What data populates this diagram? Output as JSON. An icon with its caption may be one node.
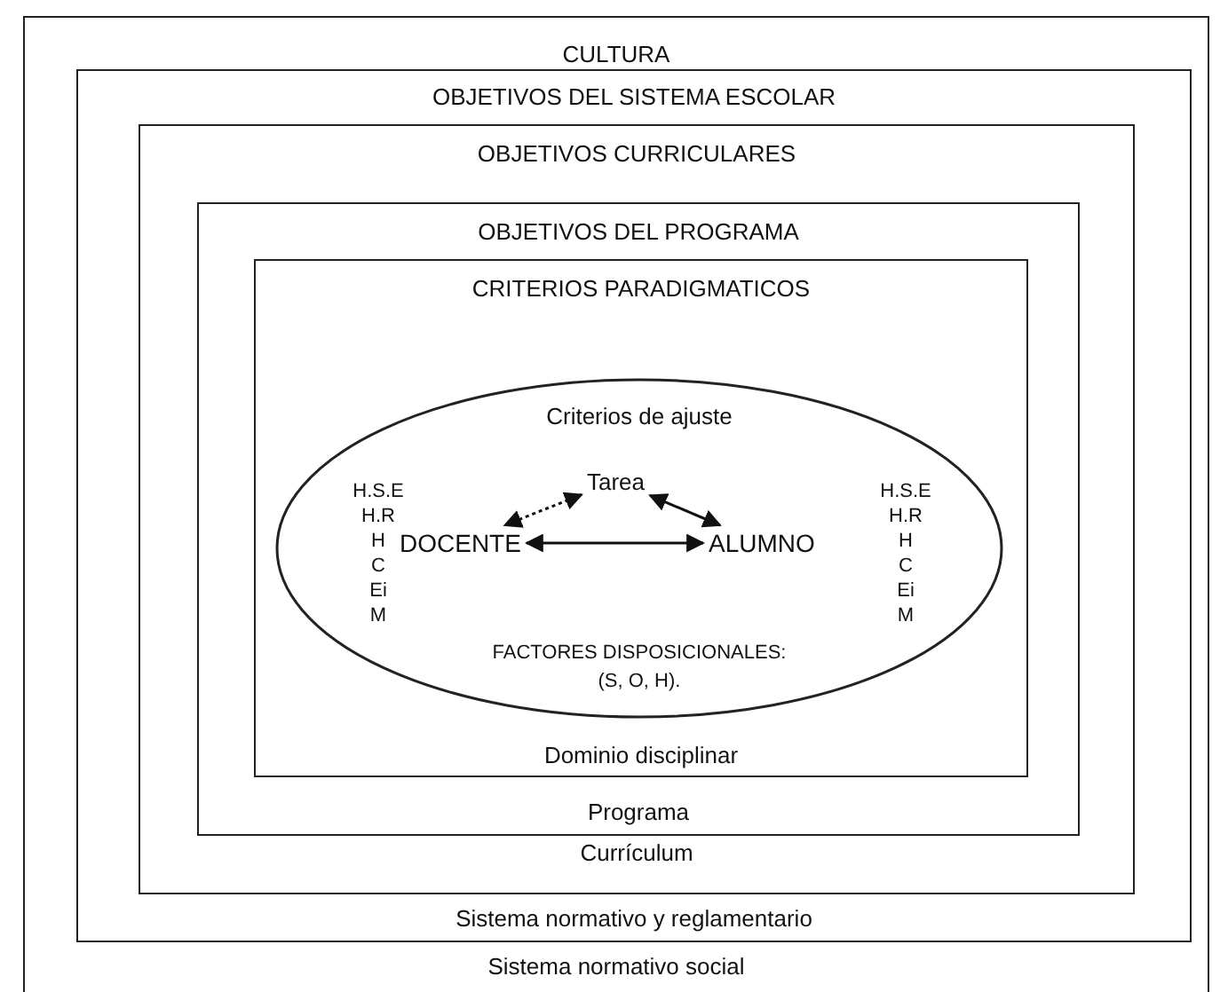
{
  "diagram": {
    "nodes": [
      {
        "text": [
          "CULTURA",
          "Sistema normativo social"
        ]
      },
      {
        "text": [
          "OBJETIVOS DEL SISTEMA ESCOLAR",
          "Sistema normativo y reglamentario"
        ],
        "in": 0
      },
      {
        "text": [
          "OBJETIVOS CURRICULARES",
          "Currículum"
        ],
        "in": 1
      },
      {
        "text": [
          "OBJETIVOS DEL PROGRAMA",
          "Programa"
        ],
        "in": 2
      },
      {
        "text": [
          "CRITERIOS PARADIGMATICOS",
          "Dominio disciplinar"
        ],
        "in": 3
      },
      {
        "text": [
          "Criterios de ajuste",
          "FACTORES DISPOSICIONALES: (S, O, H)."
        ],
        "in": 4
      },
      {
        "text": [
          "Tarea"
        ],
        "in": 5
      },
      {
        "text": [
          "DOCENTE"
        ],
        "in": 5
      },
      {
        "text": [
          "ALUMNO"
        ],
        "in": 5
      }
    ],
    "edges": [
      {
        "from": 6,
        "to": 7,
        "arrow": "both",
        "style": "dashed"
      },
      {
        "from": 6,
        "to": 8,
        "arrow": "both"
      },
      {
        "from": 7,
        "to": 8,
        "arrow": "both"
      }
    ],
    "labels": [
      "H.S.E",
      "H.R",
      "H",
      "C",
      "Ei",
      "M",
      "H.S.E",
      "H.R",
      "H",
      "C",
      "Ei",
      "M"
    ]
  }
}
